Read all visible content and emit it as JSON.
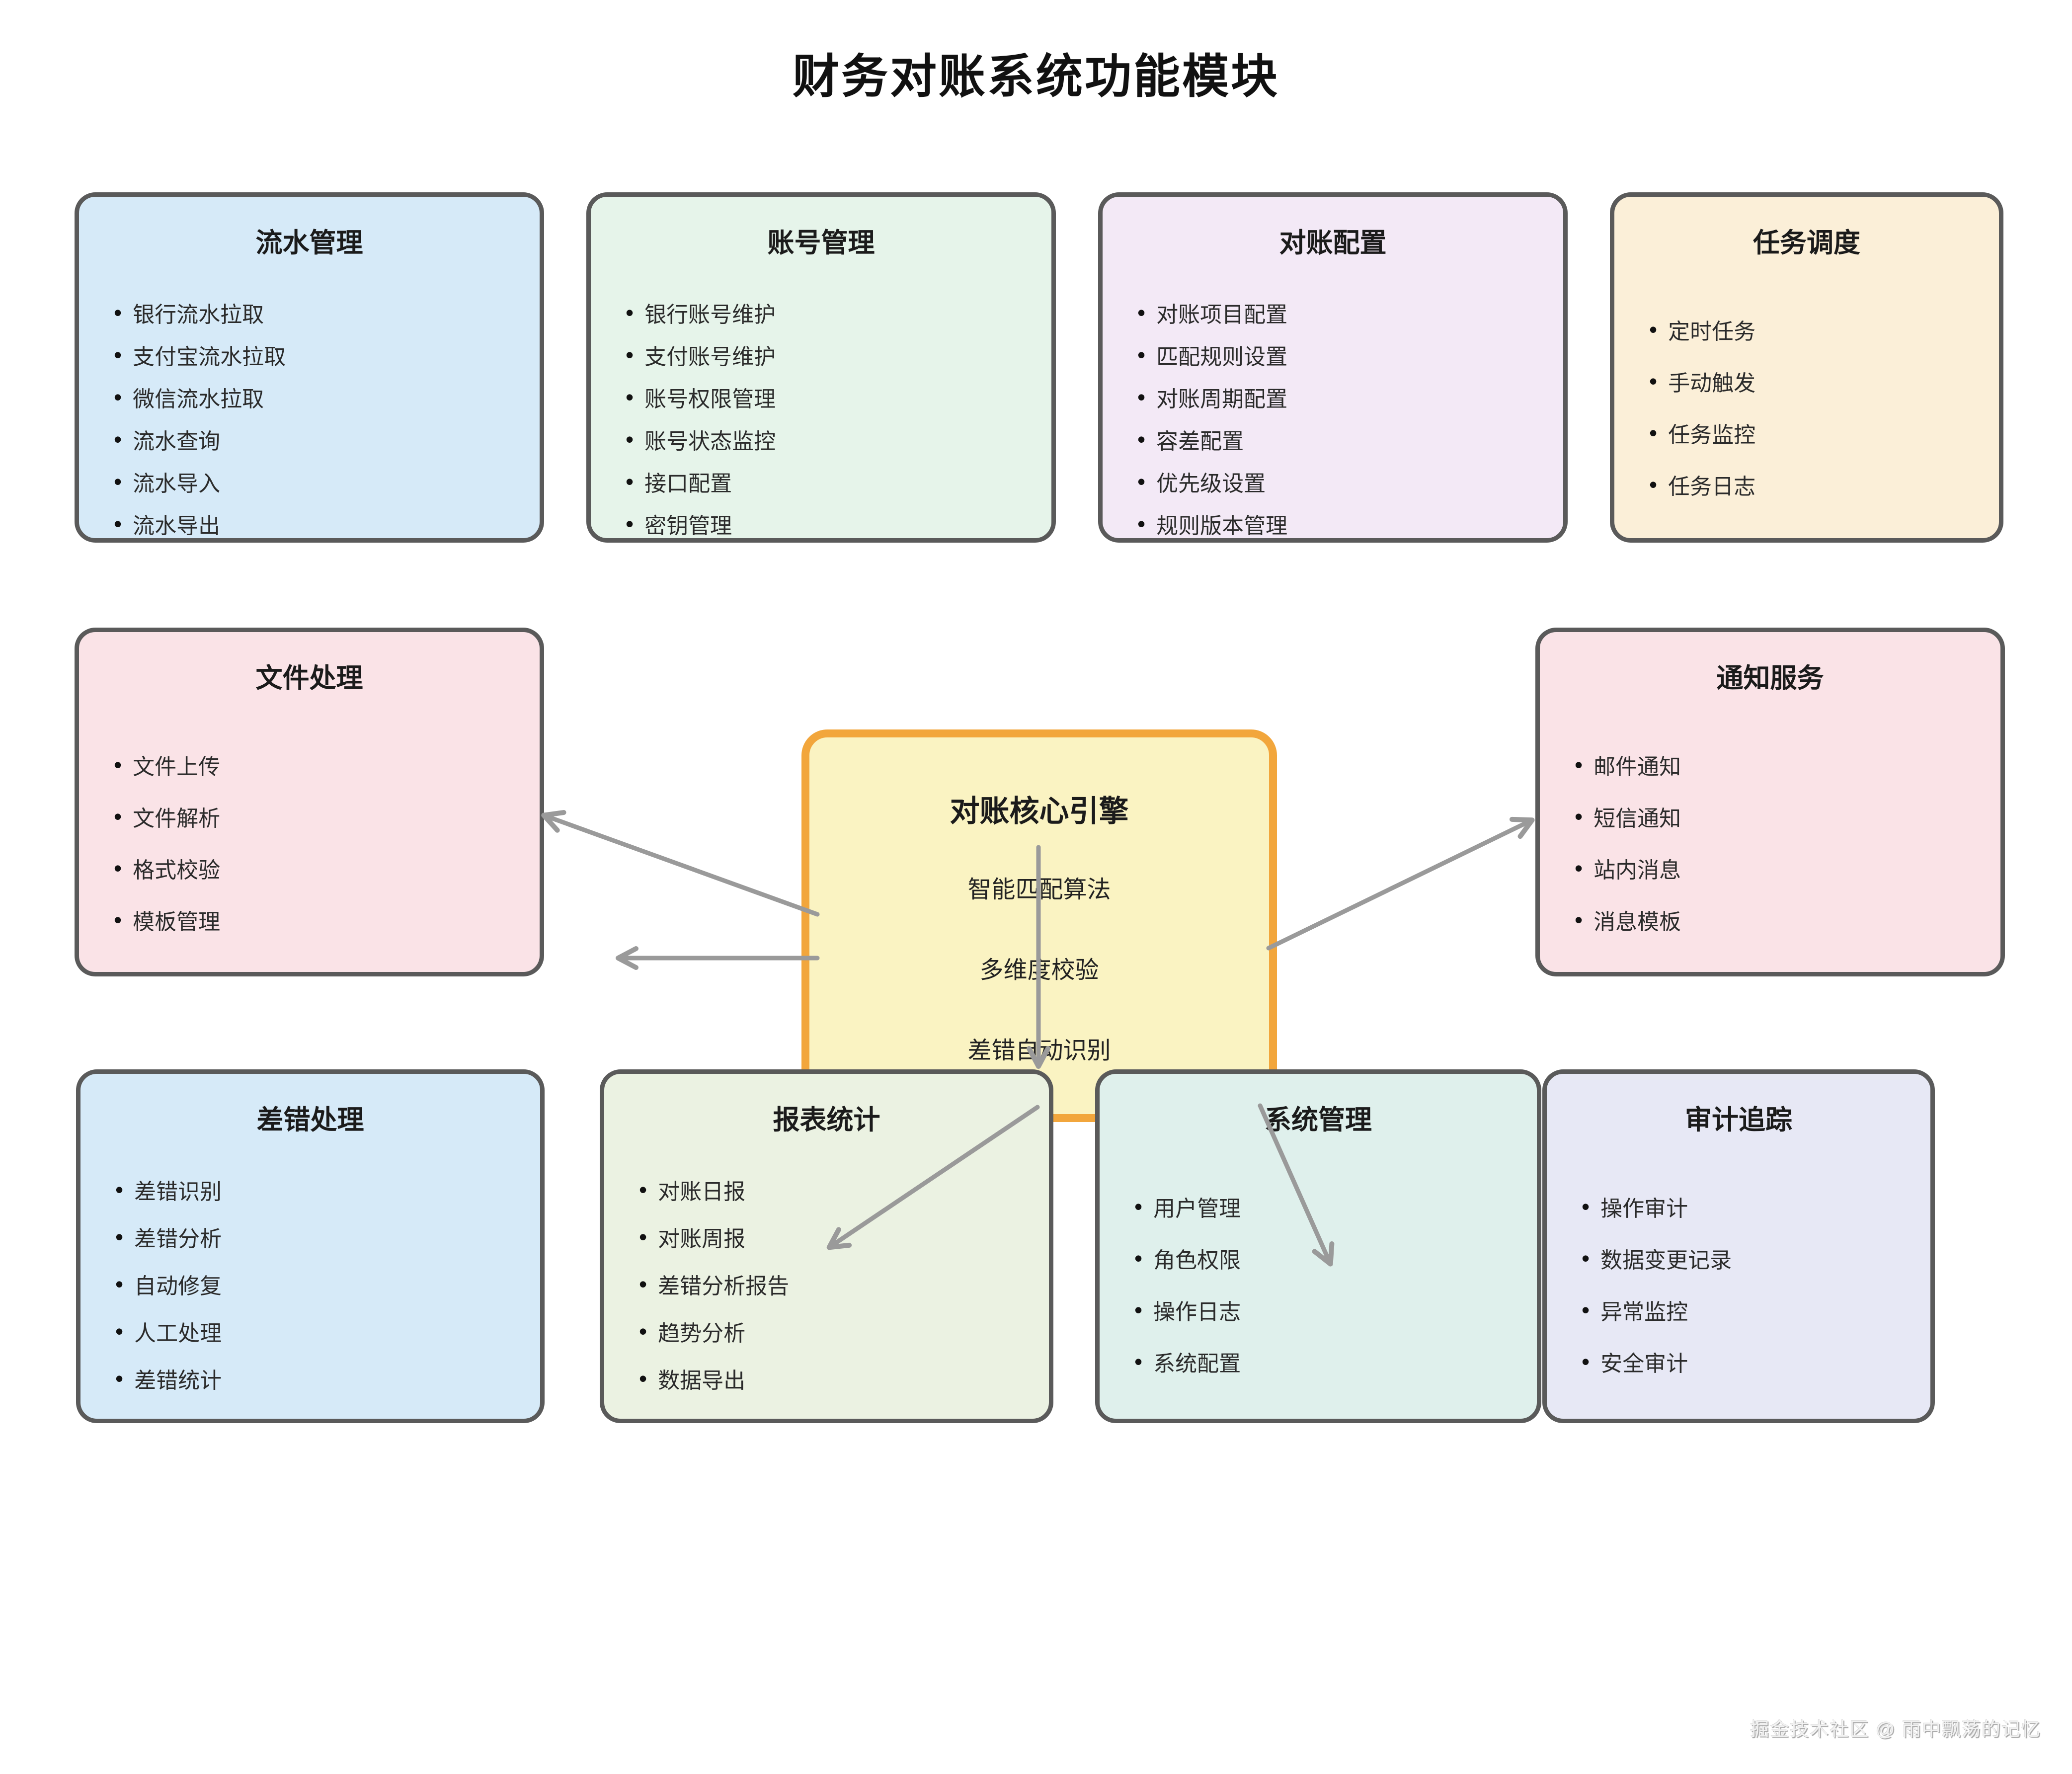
{
  "title": "财务对账系统功能模块",
  "watermark": "掘金技术社区 @ 雨中飘荡的记忆",
  "colors": {
    "box_border": "#5A5A5A",
    "core_border": "#F2A63C",
    "arrow": "#9A9A9A",
    "title_text": "#111111",
    "item_text": "#2B2B2B"
  },
  "modules": [
    {
      "title": "流水管理",
      "color": "#D6EAF8",
      "items": [
        "银行流水拉取",
        "支付宝流水拉取",
        "微信流水拉取",
        "流水查询",
        "流水导入",
        "流水导出"
      ]
    },
    {
      "title": "账号管理",
      "color": "#E6F4EA",
      "items": [
        "银行账号维护",
        "支付账号维护",
        "账号权限管理",
        "账号状态监控",
        "接口配置",
        "密钥管理"
      ]
    },
    {
      "title": "对账配置",
      "color": "#F3E9F6",
      "items": [
        "对账项目配置",
        "匹配规则设置",
        "对账周期配置",
        "容差配置",
        "优先级设置",
        "规则版本管理"
      ]
    },
    {
      "title": "任务调度",
      "color": "#FBEFD8",
      "items": [
        "定时任务",
        "手动触发",
        "任务监控",
        "任务日志"
      ]
    },
    {
      "title": "文件处理",
      "color": "#FAE3E7",
      "items": [
        "文件上传",
        "文件解析",
        "格式校验",
        "模板管理"
      ]
    },
    {
      "title": "通知服务",
      "color": "#FAE3E7",
      "items": [
        "邮件通知",
        "短信通知",
        "站内消息",
        "消息模板"
      ]
    },
    {
      "title": "对账核心引擎",
      "color": "#FAF3C2",
      "items": [
        "智能匹配算法",
        "多维度校验",
        "差错自动识别"
      ]
    },
    {
      "title": "差错处理",
      "color": "#D6EAF8",
      "items": [
        "差错识别",
        "差错分析",
        "自动修复",
        "人工处理",
        "差错统计"
      ]
    },
    {
      "title": "报表统计",
      "color": "#EBF2E2",
      "items": [
        "对账日报",
        "对账周报",
        "差错分析报告",
        "趋势分析",
        "数据导出"
      ]
    },
    {
      "title": "系统管理",
      "color": "#DFF0EC",
      "items": [
        "用户管理",
        "角色权限",
        "操作日志",
        "系统配置"
      ]
    },
    {
      "title": "审计追踪",
      "color": "#E7E8F5",
      "items": [
        "操作审计",
        "数据变更记录",
        "异常监控",
        "安全审计"
      ]
    }
  ]
}
